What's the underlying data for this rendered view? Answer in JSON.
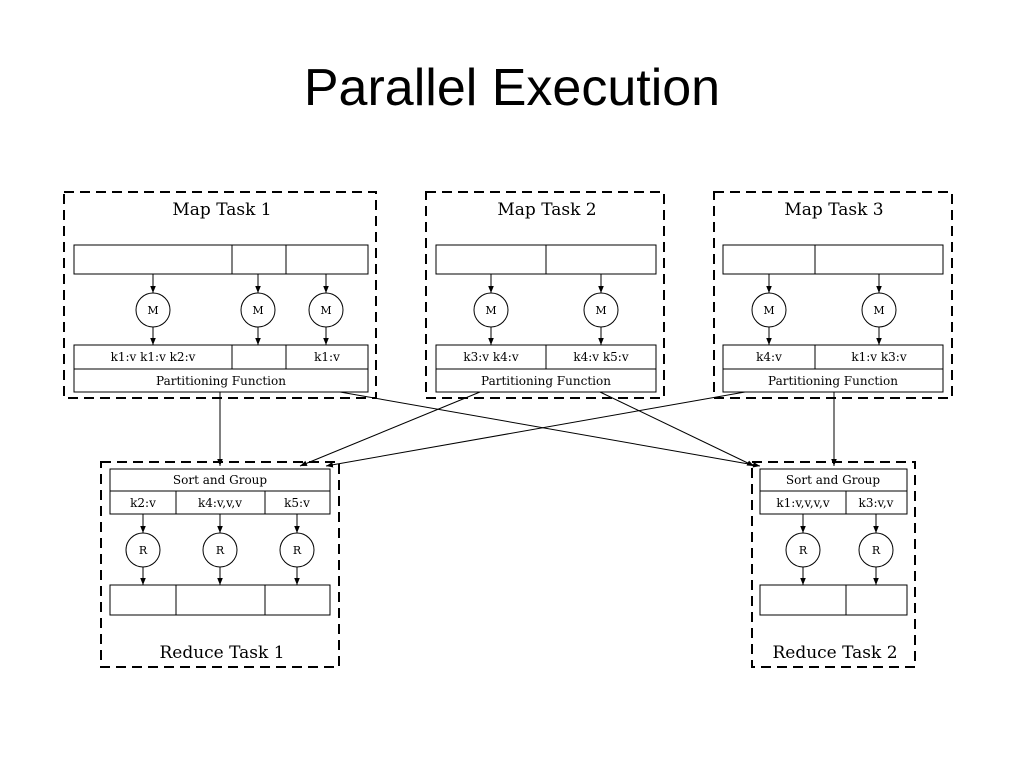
{
  "slide": {
    "title": "Parallel Execution"
  },
  "map_tasks": [
    {
      "title": "Map Task 1",
      "circle_label": "M",
      "outputs": [
        "k1:v k1:v k2:v",
        "",
        "k1:v"
      ],
      "partition_label": "Partitioning Function"
    },
    {
      "title": "Map Task 2",
      "circle_label": "M",
      "outputs": [
        "k3:v k4:v",
        "k4:v k5:v"
      ],
      "partition_label": "Partitioning Function"
    },
    {
      "title": "Map Task 3",
      "circle_label": "M",
      "outputs": [
        "k4:v",
        "k1:v k3:v"
      ],
      "partition_label": "Partitioning Function"
    }
  ],
  "reduce_tasks": [
    {
      "title": "Reduce Task 1",
      "circle_label": "R",
      "sort_label": "Sort and Group",
      "groups": [
        "k2:v",
        "k4:v,v,v",
        "k5:v"
      ]
    },
    {
      "title": "Reduce Task 2",
      "circle_label": "R",
      "sort_label": "Sort and Group",
      "groups": [
        "k1:v,v,v,v",
        "k3:v,v"
      ]
    }
  ]
}
